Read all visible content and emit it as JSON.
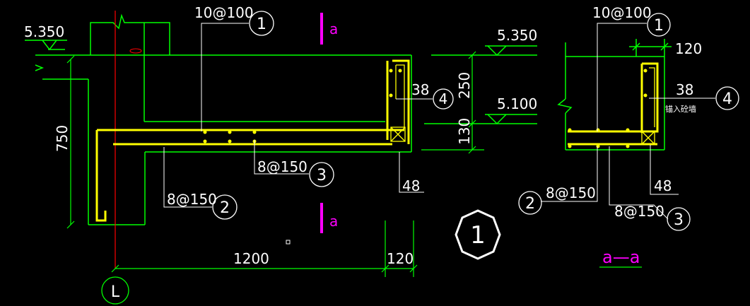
{
  "colors": {
    "background": "#000000",
    "structure": "#ffff00",
    "rebar": "#ffff00",
    "dimension": "#00ff00",
    "text": "#ffffff",
    "axis": "#ff0000",
    "section_mark": "#ff00ff",
    "outline": "#00ff00"
  },
  "left_detail": {
    "elevation_top": "5.350",
    "rebar_labels": {
      "top": "10@100",
      "bottom_left": "8@150",
      "bottom_mid": "8@150",
      "side": "38",
      "end": "48"
    },
    "markers": {
      "m1": "1",
      "m2": "2",
      "m3": "3",
      "m4": "4"
    },
    "dims": {
      "height": "750",
      "span": "1200",
      "wall": "120"
    },
    "axis_label": "L",
    "section_letter": "a"
  },
  "middle": {
    "elevation_upper": "5.350",
    "elevation_lower": "5.100",
    "dim_upper": "250",
    "dim_lower": "130",
    "big_marker": "1"
  },
  "right_detail": {
    "rebar_labels": {
      "top": "10@100",
      "bottom_left": "8@150",
      "bottom_right": "8@150",
      "side": "38",
      "end": "48"
    },
    "dim_top": "120",
    "note": "锚入砼墙",
    "markers": {
      "m1": "1",
      "m2": "2",
      "m3": "3",
      "m4": "4"
    },
    "section_title": "a—a"
  }
}
